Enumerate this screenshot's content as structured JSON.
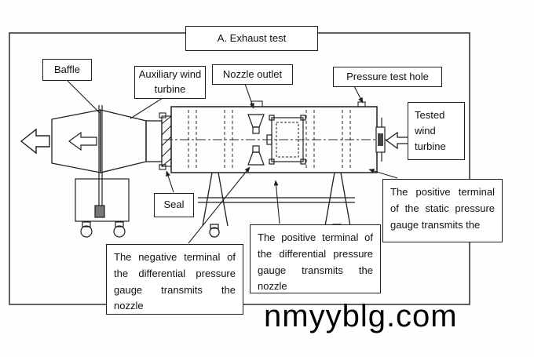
{
  "title": "A. Exhaust test",
  "labels": {
    "baffle": "Baffle",
    "auxiliary_wind_turbine": "Auxiliary wind turbine",
    "nozzle_outlet": "Nozzle outlet",
    "pressure_test_hole": "Pressure test hole",
    "tested_wind_turbine": "Tested wind turbine",
    "seal": "Seal"
  },
  "callouts": {
    "negative_terminal": "The negative terminal of the differential pressure gauge transmits the nozzle",
    "positive_terminal": "The positive terminal of the differential pressure gauge transmits the nozzle",
    "static_pressure": "The positive terminal of the static pressure gauge transmits the"
  },
  "watermark": "nmyyblg.com",
  "icons": [
    "exhaust-flow-left-arrow-icon",
    "fan-inner-left-arrow-icon",
    "inlet-flow-left-arrow-icon"
  ],
  "colors": {
    "line": "#2a2a2a",
    "background": "#fefefe",
    "box_border": "#1f1f1f",
    "text": "#111111"
  }
}
